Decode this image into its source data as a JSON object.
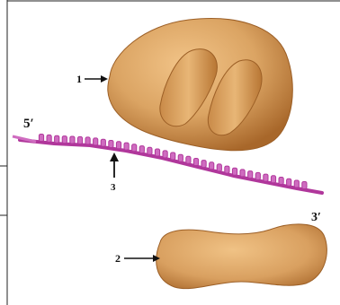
{
  "labels": {
    "large_subunit": "1",
    "small_subunit": "2",
    "mrna": "3",
    "five_prime": "5′",
    "three_prime": "3′"
  },
  "colors": {
    "subunit_fill": "#d9a060",
    "subunit_shadow": "#a8672a",
    "mrna_strand": "#b0379b",
    "mrna_base": "#cf6cc0",
    "arrow": "#111111"
  }
}
